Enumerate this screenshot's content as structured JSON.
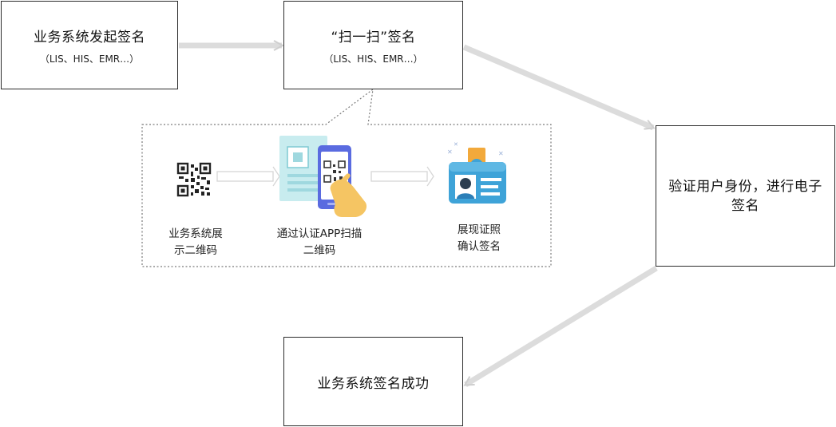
{
  "boxes": {
    "initiate": {
      "title": "业务系统发起签名",
      "sub": "（LIS、HIS、EMR…）"
    },
    "scan": {
      "title": "“扫一扫”签名",
      "sub": "（LIS、HIS、EMR…）"
    },
    "verify": {
      "title": "验证用户身份，进行电子签名"
    },
    "success": {
      "title": "业务系统签名成功"
    }
  },
  "steps": [
    {
      "line1": "业务系统展",
      "line2": "示二维码",
      "icon": "qr-code-icon"
    },
    {
      "line1": "通过认证APP扫描",
      "line2": "二维码",
      "icon": "phone-scan-icon"
    },
    {
      "line1": "展现证照",
      "line2": "确认签名",
      "icon": "id-card-icon"
    }
  ],
  "colors": {
    "border": "#2b2b2b",
    "arrow": "#dcdcdc",
    "accent": "#3ea3d8",
    "hand": "#f5c563",
    "phone": "#5a6be0"
  }
}
